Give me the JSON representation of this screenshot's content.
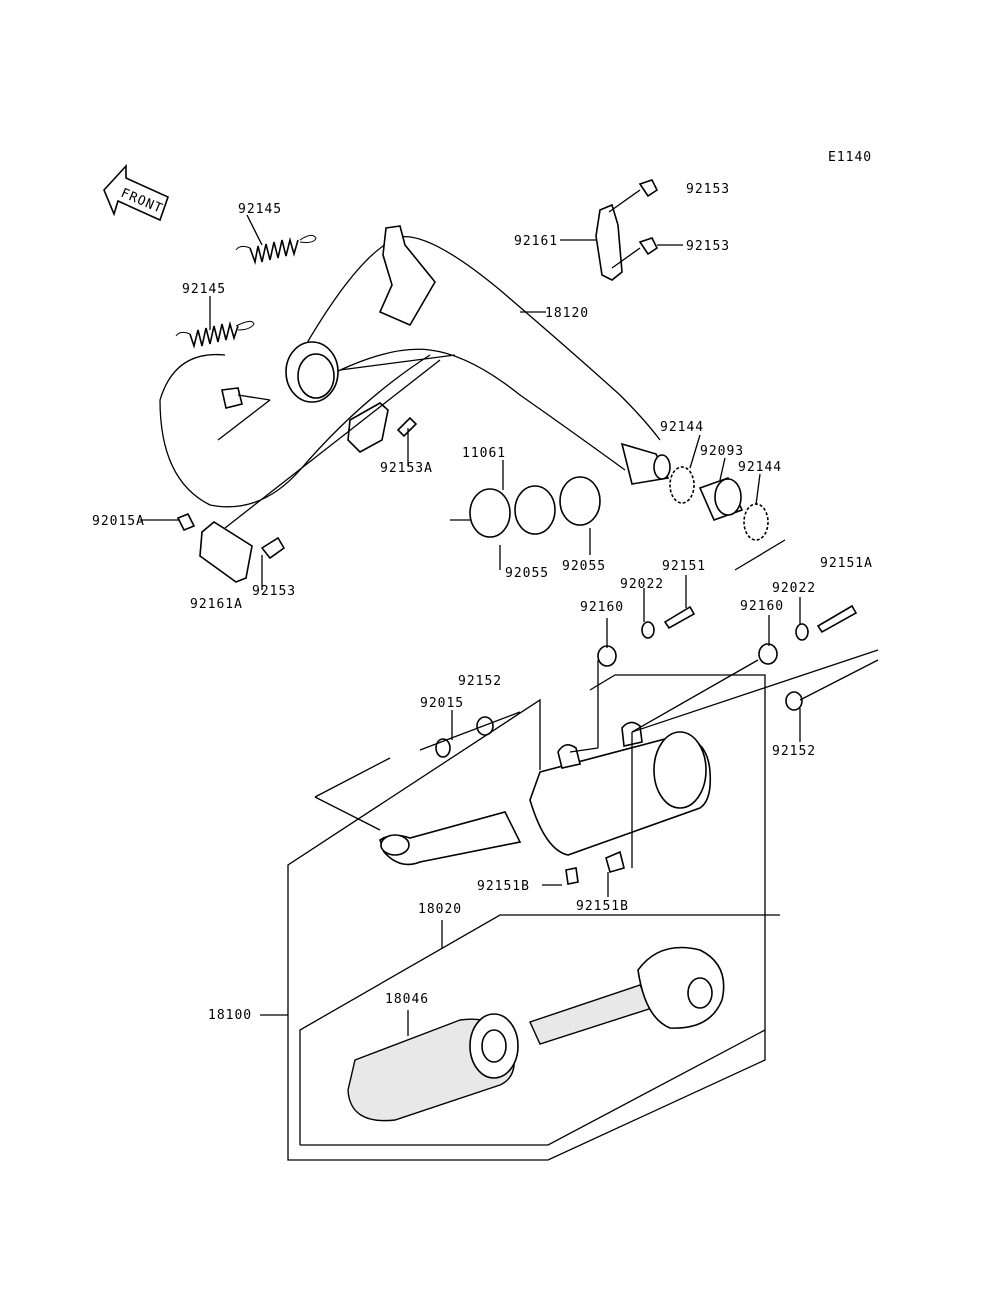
{
  "diagram_code": "E1140",
  "front_label": "FRONT",
  "parts": [
    {
      "id": "p01",
      "number": "92153"
    },
    {
      "id": "p02",
      "number": "92161"
    },
    {
      "id": "p03",
      "number": "92153"
    },
    {
      "id": "p04",
      "number": "92145"
    },
    {
      "id": "p05",
      "number": "92145"
    },
    {
      "id": "p06",
      "number": "18120"
    },
    {
      "id": "p07",
      "number": "92153A"
    },
    {
      "id": "p08",
      "number": "11061"
    },
    {
      "id": "p09",
      "number": "92144"
    },
    {
      "id": "p10",
      "number": "92093"
    },
    {
      "id": "p11",
      "number": "92144"
    },
    {
      "id": "p12",
      "number": "92015A"
    },
    {
      "id": "p13",
      "number": "92153"
    },
    {
      "id": "p14",
      "number": "92161A"
    },
    {
      "id": "p15",
      "number": "92055"
    },
    {
      "id": "p16",
      "number": "92055"
    },
    {
      "id": "p17",
      "number": "92151"
    },
    {
      "id": "p18",
      "number": "92151A"
    },
    {
      "id": "p19",
      "number": "92022"
    },
    {
      "id": "p20",
      "number": "92022"
    },
    {
      "id": "p21",
      "number": "92160"
    },
    {
      "id": "p22",
      "number": "92160"
    },
    {
      "id": "p23",
      "number": "92152"
    },
    {
      "id": "p24",
      "number": "92015"
    },
    {
      "id": "p25",
      "number": "92152"
    },
    {
      "id": "p26",
      "number": "92151B"
    },
    {
      "id": "p27",
      "number": "92151B"
    },
    {
      "id": "p28",
      "number": "18020"
    },
    {
      "id": "p29",
      "number": "18100"
    },
    {
      "id": "p30",
      "number": "18046"
    }
  ]
}
